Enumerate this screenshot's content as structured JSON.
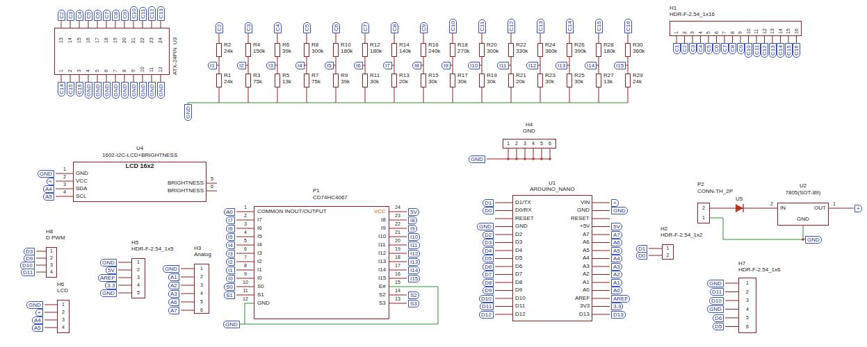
{
  "diagram": {
    "nodes": [
      {
        "text": [
          "U3",
          "ATX-24PIN",
          "13",
          "14",
          "15",
          "16",
          "17",
          "18",
          "19",
          "20",
          "21",
          "22",
          "23",
          "24",
          "1",
          "2",
          "3",
          "4",
          "5",
          "6",
          "7",
          "8",
          "9",
          "10",
          "11",
          "12"
        ]
      },
      {
        "text": [
          "R2",
          "24k"
        ]
      },
      {
        "text": [
          "R1",
          "24k"
        ]
      },
      {
        "text": [
          "R4",
          "150k"
        ]
      },
      {
        "text": [
          "R3",
          "75k"
        ]
      },
      {
        "text": [
          "R6",
          "39k"
        ]
      },
      {
        "text": [
          "R5",
          "13k"
        ]
      },
      {
        "text": [
          "R8",
          "300k"
        ]
      },
      {
        "text": [
          "R7",
          "75k"
        ]
      },
      {
        "text": [
          "R10",
          "180k"
        ]
      },
      {
        "text": [
          "R9",
          "39k"
        ]
      },
      {
        "text": [
          "R12",
          "180k"
        ]
      },
      {
        "text": [
          "R11",
          "30k"
        ]
      },
      {
        "text": [
          "R14",
          "140k"
        ]
      },
      {
        "text": [
          "R13",
          "20k"
        ]
      },
      {
        "text": [
          "R16",
          "240k"
        ]
      },
      {
        "text": [
          "R15",
          "30k"
        ]
      },
      {
        "text": [
          "R18",
          "270k"
        ]
      },
      {
        "text": [
          "R17",
          "30k"
        ]
      },
      {
        "text": [
          "R20",
          "300k"
        ]
      },
      {
        "text": [
          "R19",
          "30k"
        ]
      },
      {
        "text": [
          "R22",
          "330k"
        ]
      },
      {
        "text": [
          "R21",
          "20k"
        ]
      },
      {
        "text": [
          "R24",
          "360k"
        ]
      },
      {
        "text": [
          "R23",
          "30k"
        ]
      },
      {
        "text": [
          "R26",
          "390k"
        ]
      },
      {
        "text": [
          "R25",
          "30k"
        ]
      },
      {
        "text": [
          "R28",
          "180k"
        ]
      },
      {
        "text": [
          "R27",
          "13k"
        ]
      },
      {
        "text": [
          "R30",
          "360k"
        ]
      },
      {
        "text": [
          "R29",
          "24k"
        ]
      },
      {
        "text": [
          "H1",
          "HDR-F-2.54_1x16",
          "1",
          "2",
          "3",
          "4",
          "5",
          "6",
          "7",
          "8",
          "9",
          "10",
          "11",
          "12",
          "13",
          "14",
          "15",
          "16"
        ]
      },
      {
        "text": [
          "H4",
          "GND",
          "1",
          "2",
          "3",
          "4",
          "5",
          "6"
        ]
      },
      {
        "text": [
          "U4",
          "1602-I2C-LCD+BRIGHTNESS",
          "LCD 16x2",
          "GND",
          "VCC",
          "SDA",
          "SCL",
          "BRIGHTNESS",
          "BRIGHTNESS",
          "1",
          "2",
          "3",
          "4",
          "5",
          "6"
        ]
      },
      {
        "text": [
          "P1",
          "CD74HC4067",
          "COMMON INOUT/OUTPUT",
          "I7",
          "I6",
          "I5",
          "I4",
          "I3",
          "I2",
          "I1",
          "I0",
          "S0",
          "S1",
          "GND",
          "VCC",
          "I8",
          "I9",
          "I10",
          "I11",
          "I12",
          "I13",
          "I14",
          "I15",
          "E#",
          "S2",
          "S3",
          "1",
          "2",
          "3",
          "4",
          "5",
          "6",
          "7",
          "8",
          "9",
          "10",
          "11",
          "12",
          "24",
          "23",
          "22",
          "21",
          "20",
          "19",
          "18",
          "17",
          "16",
          "15",
          "14",
          "13"
        ]
      },
      {
        "text": [
          "U1",
          "ARDUINO_NANO",
          "D1/TX",
          "D0/RX",
          "RESET",
          "GND",
          "D2",
          "D3",
          "D4",
          "D5",
          "D6",
          "D7",
          "D8",
          "D9",
          "D10",
          "D11",
          "D12",
          "VIN",
          "GND",
          "RESET",
          "+5V",
          "A7",
          "A6",
          "A5",
          "A4",
          "A3",
          "A2",
          "A1",
          "A0",
          "AREF",
          "3V3",
          "D13"
        ]
      },
      {
        "text": [
          "P2",
          "CONN-TH_2P",
          "2",
          "1"
        ]
      },
      {
        "text": [
          "U2",
          "7805(SOT-89)",
          "IN",
          "OUT",
          "GND",
          "2",
          "1"
        ]
      },
      {
        "text": [
          "H2",
          "HDR-F-2.54_1x2",
          "1",
          "2"
        ]
      },
      {
        "text": [
          "H8",
          "D PWM",
          "1",
          "2",
          "3",
          "4"
        ]
      },
      {
        "text": [
          "H5",
          "HDR-F-2.54_1x5",
          "1",
          "2",
          "3",
          "4",
          "5"
        ]
      },
      {
        "text": [
          "H3",
          "Analog",
          "1",
          "2",
          "3",
          "4",
          "5",
          "6"
        ]
      },
      {
        "text": [
          "H6",
          "LCD",
          "1",
          "2",
          "3",
          "4"
        ]
      },
      {
        "text": [
          "H7",
          "HDR-F-2.54_1x6",
          "1",
          "2",
          "3",
          "4",
          "5",
          "6"
        ]
      }
    ],
    "edges": [
      {
        "from": 1,
        "to": 2,
        "arrow": "none"
      },
      {
        "from": 3,
        "to": 4,
        "arrow": "none"
      },
      {
        "from": 5,
        "to": 6,
        "arrow": "none"
      },
      {
        "from": 7,
        "to": 8,
        "arrow": "none"
      },
      {
        "from": 9,
        "to": 10,
        "arrow": "none"
      },
      {
        "from": 11,
        "to": 12,
        "arrow": "none"
      },
      {
        "from": 13,
        "to": 14,
        "arrow": "none"
      },
      {
        "from": 15,
        "to": 16,
        "arrow": "none"
      },
      {
        "from": 17,
        "to": 18,
        "arrow": "none"
      },
      {
        "from": 19,
        "to": 20,
        "arrow": "none"
      },
      {
        "from": 21,
        "to": 22,
        "arrow": "none"
      },
      {
        "from": 23,
        "to": 24,
        "arrow": "none"
      },
      {
        "from": 25,
        "to": 26,
        "arrow": "none"
      },
      {
        "from": 27,
        "to": 28,
        "arrow": "none"
      },
      {
        "from": 29,
        "to": 30,
        "arrow": "none"
      },
      {
        "from": 36,
        "to": 37,
        "arrow": "none"
      }
    ],
    "labels": [
      "C2",
      "C3",
      "C4",
      "C5",
      "C6",
      "C7",
      "C8",
      "C9",
      "C10",
      "C11",
      "C12",
      "C13",
      "C14",
      "C15",
      "C16",
      "GND",
      "GND",
      "GND",
      "GND",
      "GND",
      "GND",
      "GND",
      "GND",
      "GND",
      "C2",
      "C3",
      "C4",
      "C5",
      "C6",
      "C7",
      "C8",
      "C9",
      "C10",
      "C11",
      "C12",
      "C13",
      "C14",
      "C15",
      "C16",
      "I1",
      "I2",
      "I3",
      "I4",
      "I5",
      "I6",
      "I7",
      "I8",
      "I9",
      "I10",
      "I11",
      "I12",
      "I13",
      "I14",
      "I15",
      "GND",
      "C1",
      "C2",
      "C3",
      "C4",
      "C5",
      "C6",
      "C7",
      "C8",
      "C9",
      "C10",
      "C11",
      "C12",
      "C13",
      "C14",
      "C15",
      "C16",
      "GND",
      "+",
      "A4",
      "A5",
      "A0",
      "I7",
      "I6",
      "I5",
      "I4",
      "I3",
      "I2",
      "I1",
      "I0",
      "S0",
      "S1",
      "GND",
      "5V",
      "I8",
      "I9",
      "I10",
      "I11",
      "I12",
      "I13",
      "I14",
      "I15",
      "S2",
      "S3",
      "GND",
      "D1",
      "D0",
      "GND",
      "D2",
      "D3",
      "D4",
      "D5",
      "D6",
      "D7",
      "D8",
      "D9",
      "D10",
      "D11",
      "D12",
      "+",
      "GND",
      "5V",
      "A7",
      "A6",
      "A5",
      "A4",
      "A3",
      "A2",
      "A1",
      "A0",
      "AREF",
      "3.3",
      "D13",
      "U5",
      "+",
      "GND",
      "D1",
      "D0",
      "GND",
      "D11",
      "D10",
      "GND",
      "D6",
      "D5",
      "D3",
      "D9",
      "D10",
      "D11",
      "GND",
      "5V",
      "AREF",
      "3.3",
      "GND",
      "GND",
      "A1",
      "A2",
      "A3",
      "A6",
      "A7",
      "GND",
      "+",
      "A4",
      "A5"
    ]
  }
}
